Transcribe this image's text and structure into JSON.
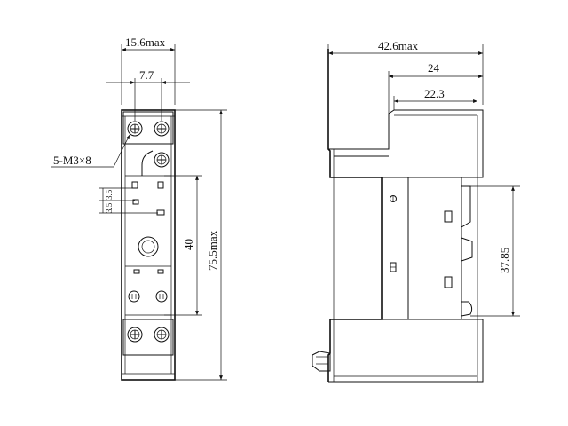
{
  "front_view": {
    "width_max": "15.6max",
    "screw_pitch": "7.7",
    "screw_label": "5-M3×8",
    "pin_spacing_a": "3.5",
    "pin_spacing_b": "3.5",
    "mount_hole_distance": "40",
    "height_max": "75.5max"
  },
  "side_view": {
    "depth_max": "42.6max",
    "depth_mid": "24",
    "depth_inner": "22.3",
    "rail_height": "37.85"
  },
  "colors": {
    "line": "#111111",
    "background": "#ffffff"
  }
}
